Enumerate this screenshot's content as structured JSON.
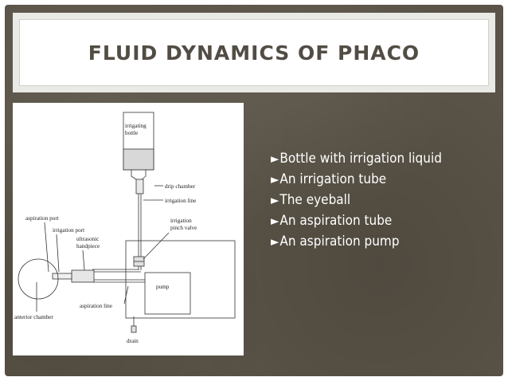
{
  "title": "FLUID DYNAMICS OF PHACO",
  "diagram": {
    "labels": {
      "irrigating_bottle_1": "irrigating",
      "irrigating_bottle_2": "bottle",
      "drip_chamber": "drip chamber",
      "irrigation_line": "irrigation line",
      "aspiration_port": "aspiration port",
      "irrigation_port": "irrigation port",
      "pinch_valve_1": "irrigation",
      "pinch_valve_2": "pinch valve",
      "handpiece_1": "ultrasonic",
      "handpiece_2": "handpiece",
      "pump": "pump",
      "aspiration_line": "aspiration line",
      "anterior_chamber": "anterior chamber",
      "drain": "drain"
    }
  },
  "bullet_glyph": "►",
  "bullets": [
    "Bottle with irrigation liquid",
    "An irrigation tube",
    "The eyeball",
    "An aspiration tube",
    "An aspiration pump"
  ],
  "colors": {
    "background": "#5a5347",
    "title_text": "#524d44",
    "bullet_text": "#ffffff"
  }
}
